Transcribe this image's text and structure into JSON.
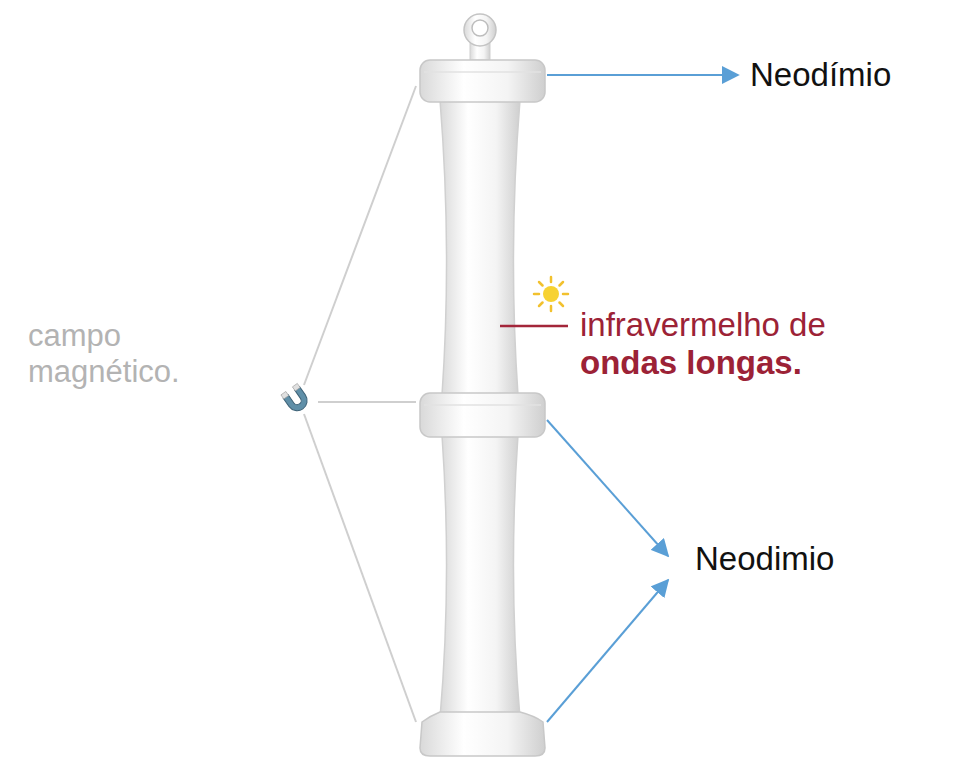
{
  "diagram": {
    "labels": [
      "Neodímio",
      "campo magnético.",
      "infravermelho de",
      "ondas longas.",
      "Neodimio"
    ]
  }
}
